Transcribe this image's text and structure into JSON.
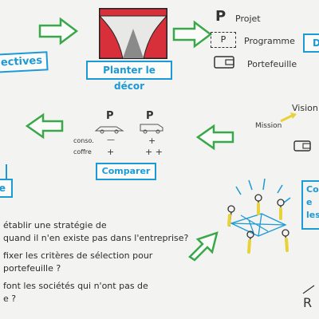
{
  "banners": {
    "objectives": "ectives",
    "decor": "Planter le décor",
    "compare": "Comparer",
    "left_bottom": "e"
  },
  "legend": {
    "projet": "Projet",
    "programme": "Programme",
    "portefeuille": "Portefeuille",
    "p_symbol": "P"
  },
  "compare_table": {
    "col_p1": "P",
    "col_p2": "P",
    "row1_label": "conso.",
    "row1_v1": "—",
    "row1_v2": "+",
    "row2_label": "coffre",
    "row2_v1": "+",
    "row2_v2": "+ +"
  },
  "vision": {
    "vision": "Vision",
    "mission": "Mission"
  },
  "right_cut": {
    "top": "D",
    "co": "Co",
    "en": "e",
    "les": "les"
  },
  "questions": {
    "q1_line1": "établir une stratégie de",
    "q1_line2": "quand il n'en existe pas dans l'entreprise?",
    "q2_line1": "fixer les critères de sélection pour",
    "q2_line2": "portefeuille ?",
    "q3_line1": "font les sociétés qui n'ont pas de",
    "q3_line2": "e ?"
  },
  "signature": "R",
  "colors": {
    "blue": "#1b9ad6",
    "green": "#3aa84a",
    "red": "#d8303a",
    "yellow": "#e8d23a"
  }
}
